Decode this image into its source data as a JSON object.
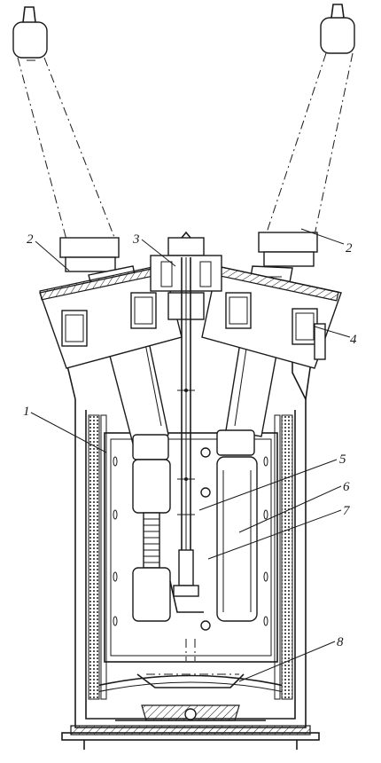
{
  "callouts": [
    {
      "id": "1",
      "text": "1"
    },
    {
      "id": "2",
      "text": "2"
    },
    {
      "id": "2b",
      "text": "2"
    },
    {
      "id": "3",
      "text": "3"
    },
    {
      "id": "4",
      "text": "4"
    },
    {
      "id": "5",
      "text": "5"
    },
    {
      "id": "6",
      "text": "6"
    },
    {
      "id": "7",
      "text": "7"
    },
    {
      "id": "8",
      "text": "8"
    }
  ]
}
